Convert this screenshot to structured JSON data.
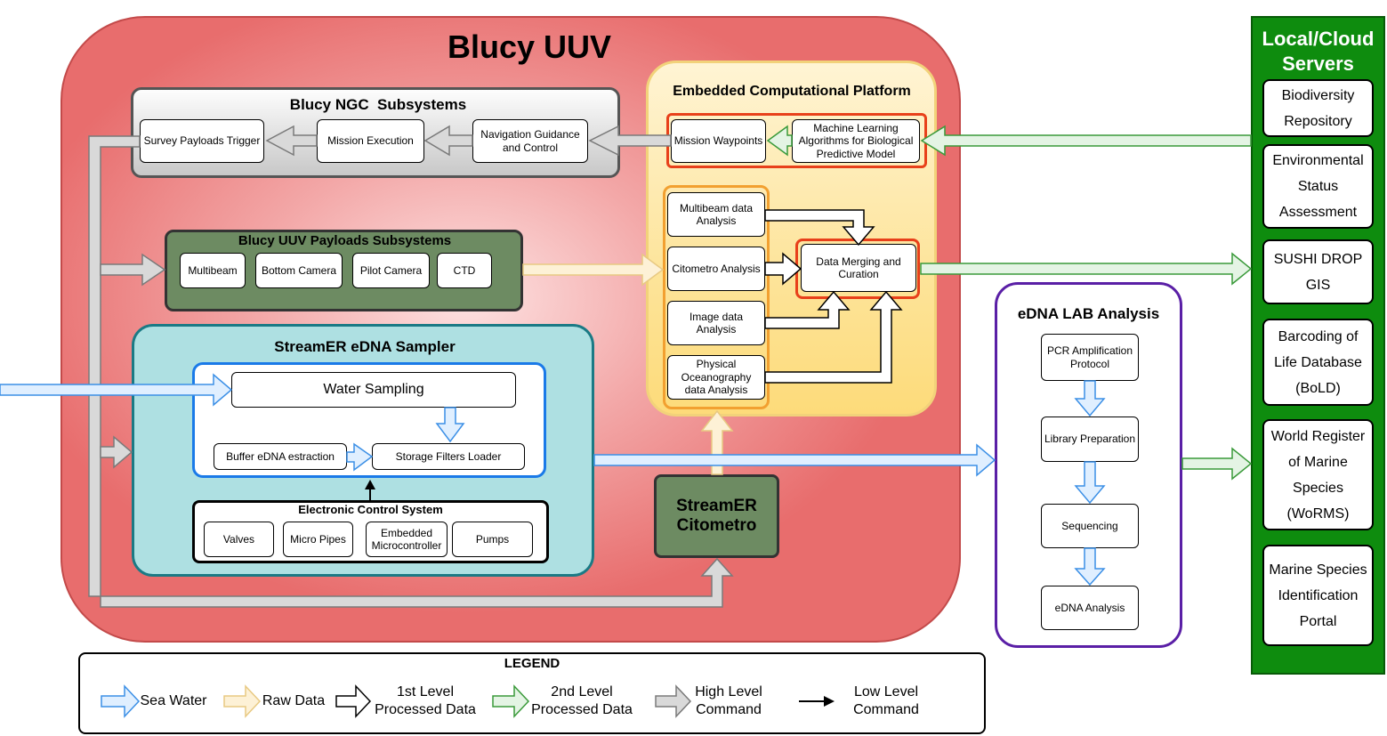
{
  "uuv": {
    "title": "Blucy UUV"
  },
  "ngc": {
    "title": "Blucy NGC  Subsystems",
    "items": [
      "Survey Payloads Trigger",
      "Mission Execution",
      "Navigation Guidance and Control"
    ]
  },
  "payloads": {
    "title": "Blucy UUV Payloads Subsystems",
    "items": [
      "Multibeam",
      "Bottom Camera",
      "Pilot Camera",
      "CTD"
    ]
  },
  "sampler": {
    "title": "StreamER eDNA Sampler",
    "water_sampling": "Water Sampling",
    "buffer": "Buffer eDNA estraction",
    "storage": "Storage Filters Loader",
    "ecs_title": "Electronic Control System",
    "ecs_items": [
      "Valves",
      "Micro Pipes",
      "Embedded Microcontroller",
      "Pumps"
    ]
  },
  "citometro": {
    "title": "StreamER Citometro"
  },
  "platform": {
    "title": "Embedded Computational Platform",
    "mission_waypoints": "Mission Waypoints",
    "ml": "Machine Learning Algorithms for Biological Predictive Model",
    "analyses": [
      "Multibeam data Analysis",
      "Citometro Analysis",
      "Image data Analysis",
      "Physical Oceanography data Analysis"
    ],
    "merging": "Data Merging and Curation"
  },
  "lab": {
    "title": "eDNA LAB Analysis",
    "steps": [
      "PCR Amplification Protocol",
      "Library Preparation",
      "Sequencing",
      "eDNA Analysis"
    ]
  },
  "servers": {
    "title": "Local/Cloud Servers",
    "items": [
      "Biodiversity Repository",
      "Environmental Status Assessment",
      "SUSHI DROP GIS",
      "Barcoding of Life Database (BoLD)",
      "World Register of Marine Species (WoRMS)",
      "Marine Species Identification Portal"
    ]
  },
  "legend": {
    "title": "LEGEND",
    "items": [
      {
        "label": "Sea Water",
        "icon": "hollow-arrow",
        "color": "#3b8fe6"
      },
      {
        "label": "Raw Data",
        "icon": "hollow-arrow",
        "color": "#e8c982"
      },
      {
        "label": "1st Level Processed Data",
        "icon": "hollow-arrow",
        "color": "#000000"
      },
      {
        "label": "2nd Level Processed Data",
        "icon": "hollow-arrow",
        "color": "#3a9a3a"
      },
      {
        "label": "High Level Command",
        "icon": "hollow-arrow",
        "color": "#888888"
      },
      {
        "label": "Low Level Command",
        "icon": "line-arrow",
        "color": "#000000"
      }
    ]
  },
  "colors": {
    "uuv_fill": "#e86d6d",
    "ngc_fill": "#dcdcdc",
    "payload_fill": "#6d8b62",
    "sampler_fill": "#aee0e2",
    "platform_fill": "#fde49a",
    "servers_fill": "#0e8c0e",
    "lab_border": "#5a1fa6",
    "sea_water": "#3b8fe6"
  }
}
